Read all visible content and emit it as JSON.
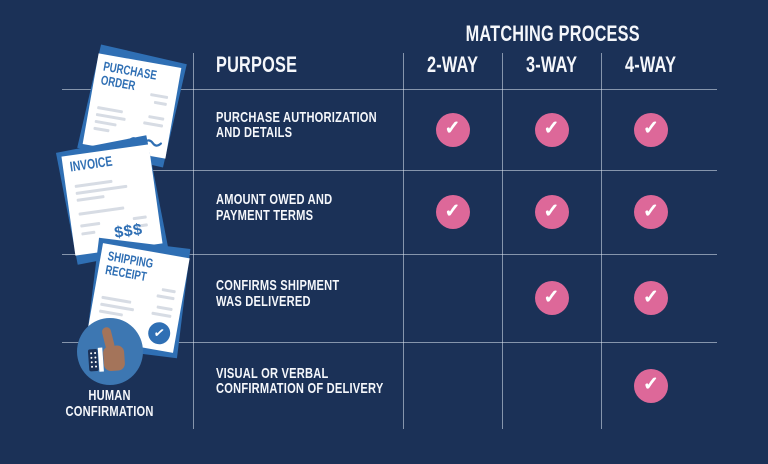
{
  "title": "MATCHING PROCESS",
  "table": {
    "purpose_header": "PURPOSE",
    "columns": [
      "2-WAY",
      "3-WAY",
      "4-WAY"
    ],
    "rows": [
      {
        "label_line1": "PURCHASE AUTHORIZATION",
        "label_line2": "AND DETAILS",
        "checks": [
          true,
          true,
          true
        ]
      },
      {
        "label_line1": "AMOUNT OWED AND",
        "label_line2": "PAYMENT TERMS",
        "checks": [
          true,
          true,
          true
        ]
      },
      {
        "label_line1": "CONFIRMS SHIPMENT",
        "label_line2": "WAS DELIVERED",
        "checks": [
          false,
          true,
          true
        ]
      },
      {
        "label_line1": "VISUAL OR VERBAL",
        "label_line2": "CONFIRMATION OF DELIVERY",
        "checks": [
          false,
          false,
          true
        ]
      }
    ]
  },
  "documents": {
    "purchase_order": {
      "title_line1": "PURCHASE",
      "title_line2": "ORDER"
    },
    "invoice": {
      "title_line1": "INVOICE",
      "amount": "$$$"
    },
    "shipping_receipt": {
      "title_line1": "SHIPPING",
      "title_line2": "RECEIPT"
    },
    "human_confirmation": {
      "label_line1": "HUMAN",
      "label_line2": "CONFIRMATION"
    }
  },
  "icons": {
    "check": "✓",
    "thumbs_up": "thumbs-up",
    "dollar": "$$$"
  },
  "colors": {
    "navy": "#1b3157",
    "blue": "#2f6fb4",
    "pink": "#dd6899",
    "hand": "#a4745a",
    "circleblue": "#3d77b2",
    "linegray": "#d7dce4",
    "white": "#f5f7fb"
  }
}
